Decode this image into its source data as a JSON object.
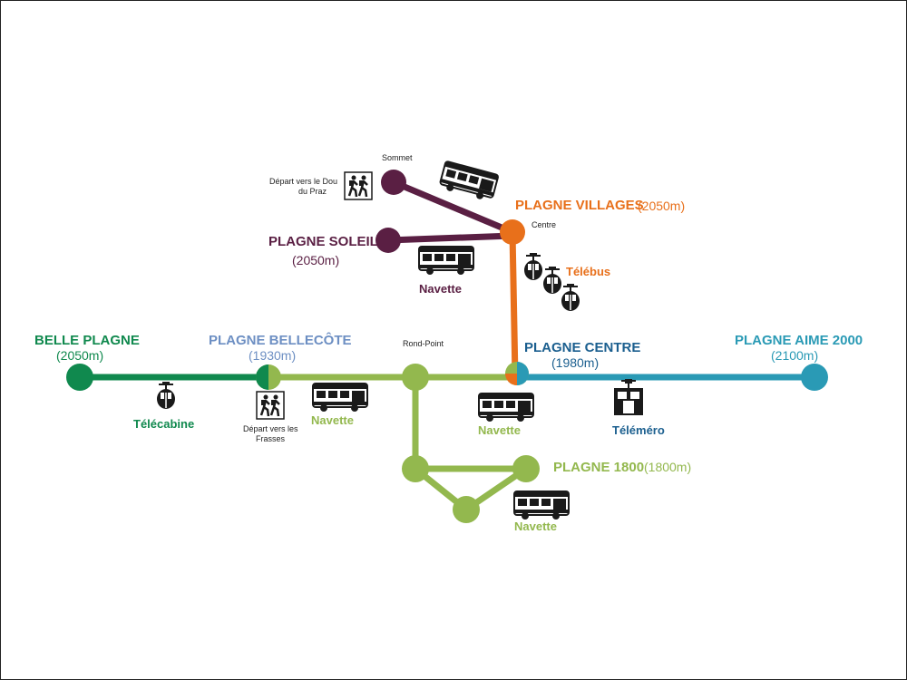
{
  "colors": {
    "belle_plagne": "#10894e",
    "bellecote": "#93b84e",
    "centre": "#1b5f8f",
    "aime": "#2a9ab5",
    "villages": "#e8701b",
    "soleil": "#5a1f43",
    "dark": "#1a1a1a"
  },
  "stations": {
    "belle_plagne": {
      "name": "BELLE PLAGNE",
      "alt": "(2050m)"
    },
    "bellecote": {
      "name": "PLAGNE BELLECÔTE",
      "alt": "(1930m)"
    },
    "centre": {
      "name": "PLAGNE CENTRE",
      "alt": "(1980m)"
    },
    "aime": {
      "name": "PLAGNE AIME 2000",
      "alt": "(2100m)"
    },
    "villages": {
      "name": "PLAGNE VILLAGES",
      "alt": "(2050m)"
    },
    "soleil": {
      "name": "PLAGNE SOLEIL",
      "alt": "(2050m)"
    },
    "p1800": {
      "name": "PLAGNE 1800",
      "alt": "(1800m)"
    }
  },
  "points": {
    "sommet": "Sommet",
    "centre_small": "Centre",
    "rond_point": "Rond-Point",
    "depart_doux_line1": "Départ vers le Dou",
    "depart_doux_line2": "du Praz",
    "depart_frasses_line1": "Départ vers les",
    "depart_frasses_line2": "Frasses"
  },
  "transport": {
    "telecabine": "Télécabine",
    "navette": "Navette",
    "telebus": "Télébus",
    "telemetro": "Téléméro"
  },
  "icons": [
    "bus-icon",
    "gondola-icon",
    "hikers-icon",
    "cable-car-icon"
  ]
}
